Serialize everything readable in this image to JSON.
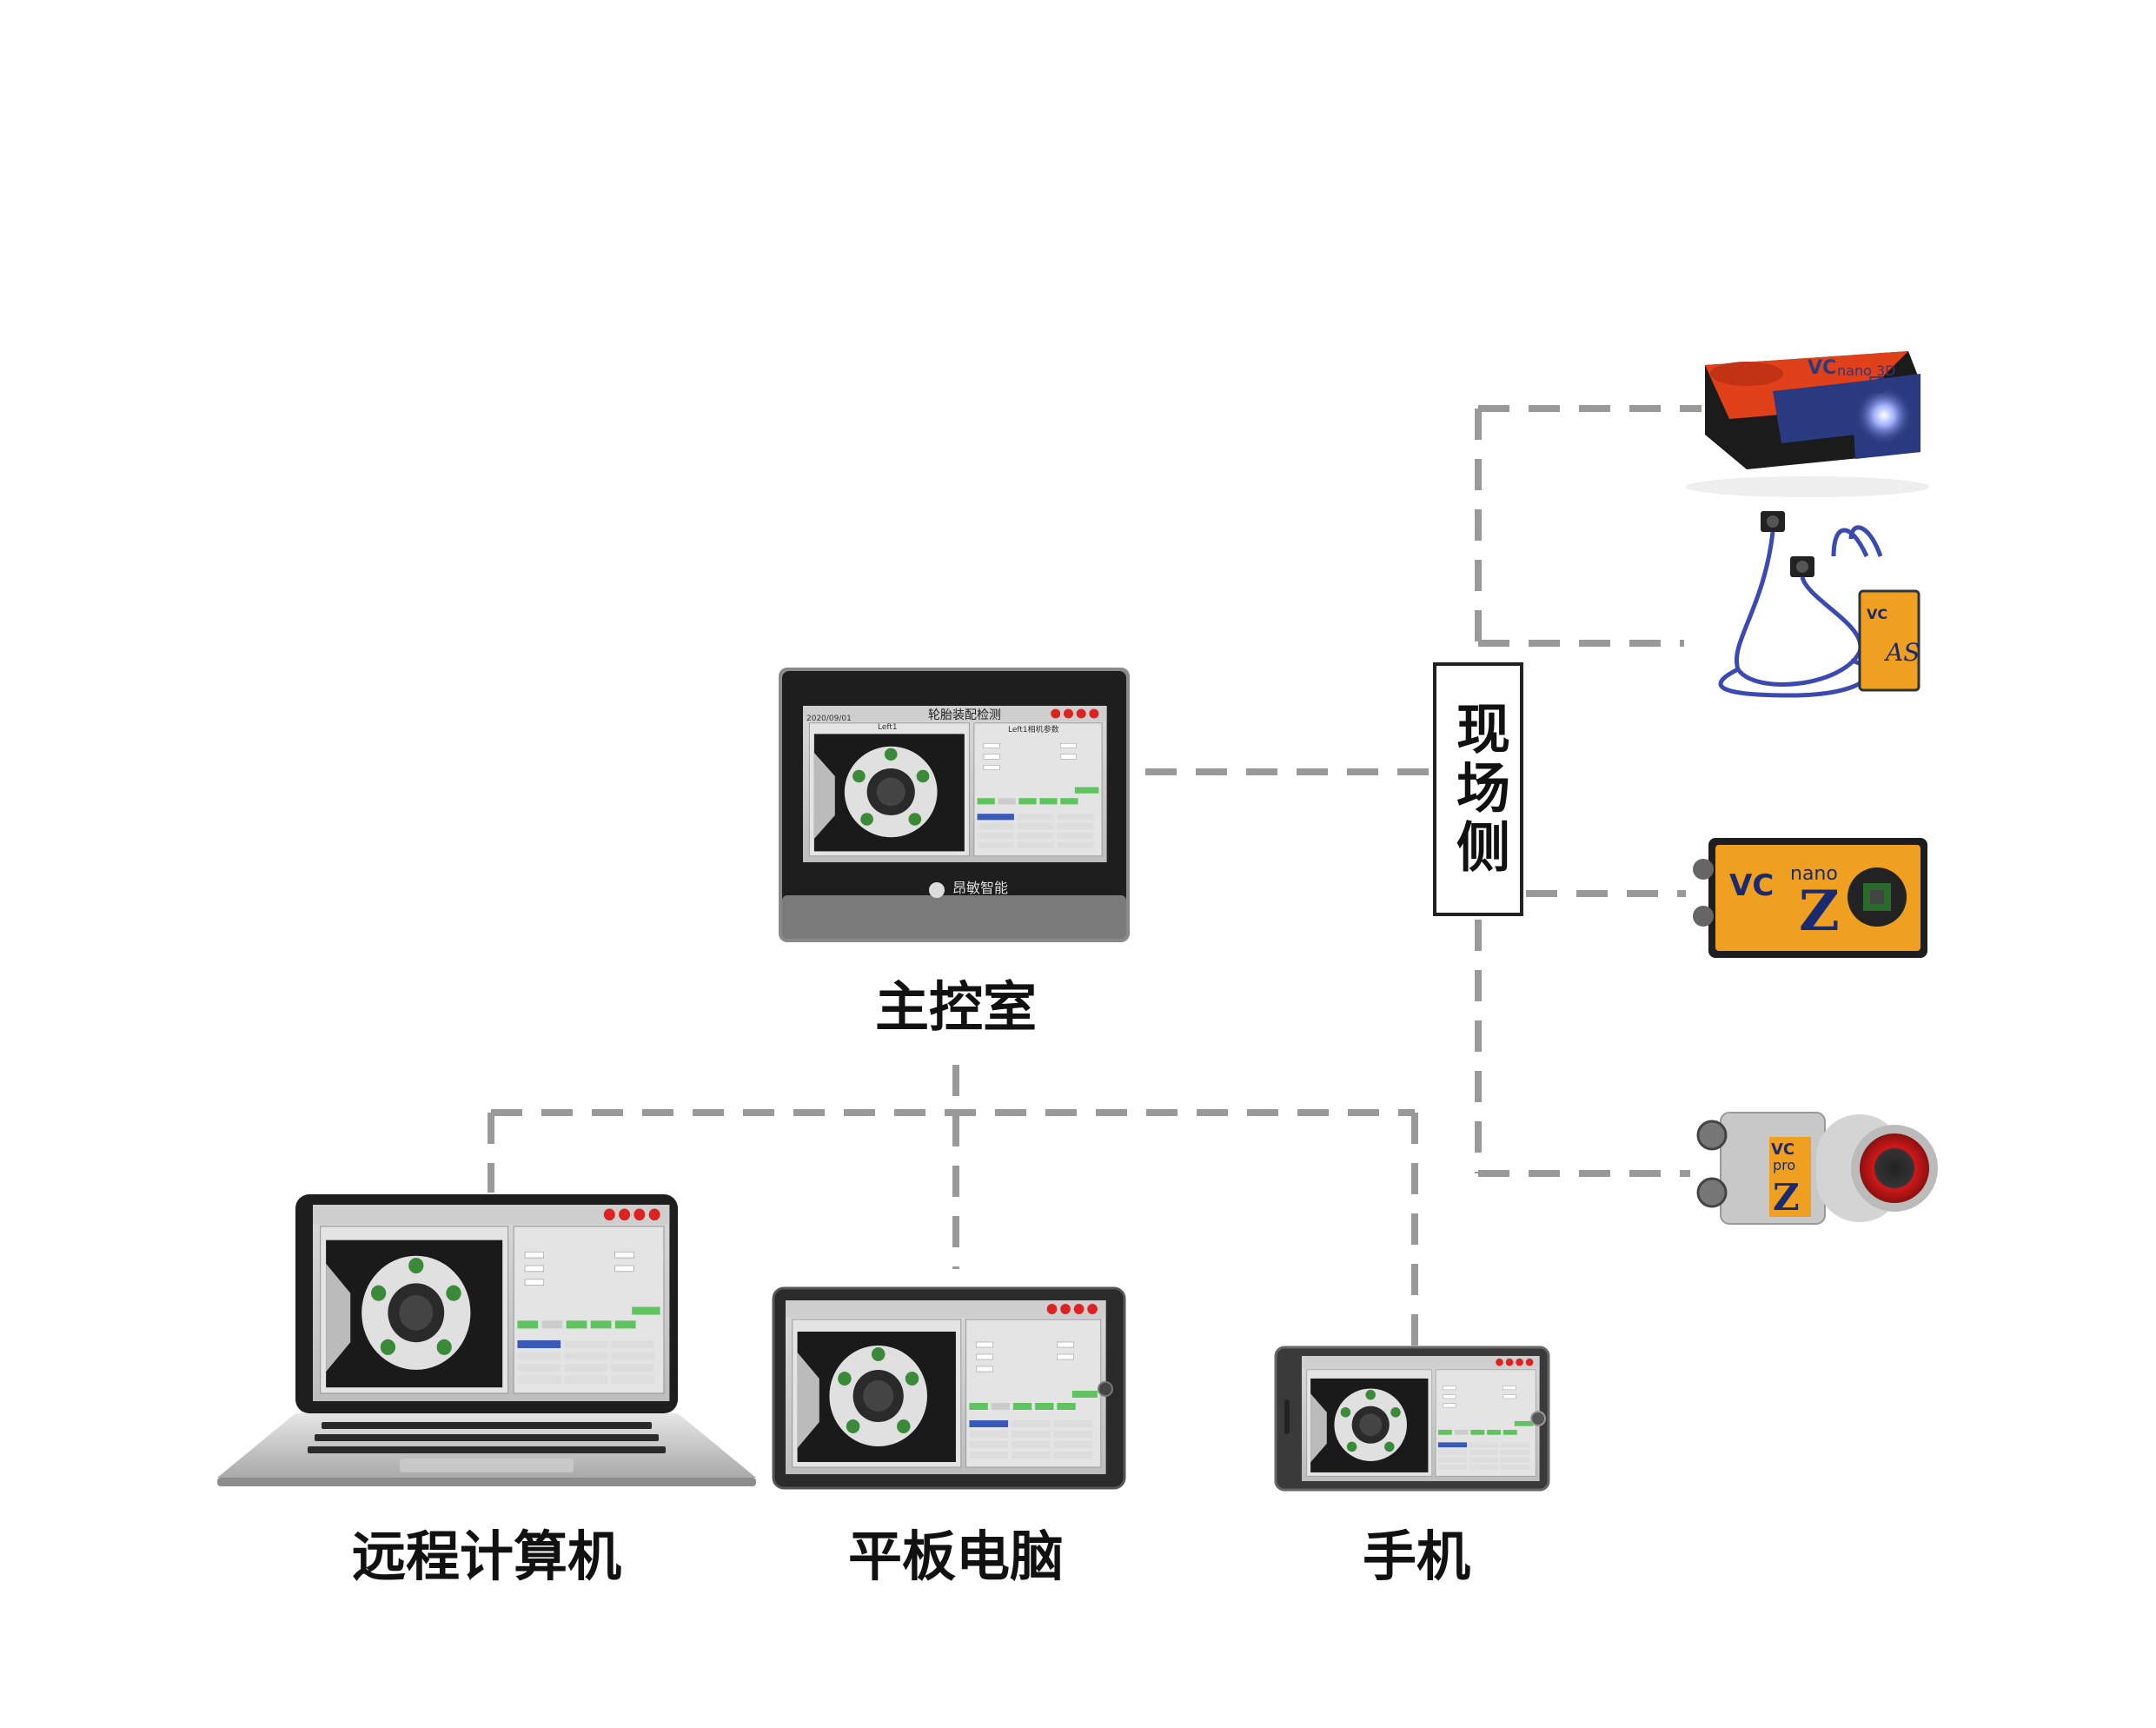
{
  "nodes": {
    "control_room": "主控室",
    "field_side": "现场侧",
    "remote_pc": "远程计算机",
    "tablet": "平板电脑",
    "phone": "手机"
  },
  "hmi": {
    "title": "轮胎装配检测",
    "date": "2020/09/01",
    "tab": "Left1",
    "param_title": "Left1相机参数",
    "brand": "昂敏智能"
  },
  "cameras": [
    {
      "brand": "VC",
      "model": "nano 3D",
      "suffix": "Z"
    },
    {
      "brand": "VC",
      "model": "AS",
      "suffix": ""
    },
    {
      "brand": "VC",
      "model": "nano",
      "suffix": "Z"
    },
    {
      "brand": "VC",
      "model": "pro",
      "suffix": "Z"
    }
  ],
  "colors": {
    "line": "#999999",
    "bezel": "#2a2a2a",
    "camera_orange": "#f0a020",
    "camera_red": "#e0401a",
    "camera_blue": "#2a3a80"
  }
}
